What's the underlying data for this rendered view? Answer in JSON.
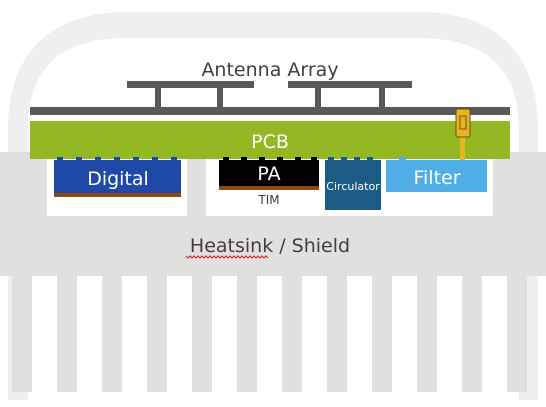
{
  "labels": {
    "antenna": "Antenna Array",
    "pcb": "PCB",
    "digital": "Digital",
    "pa": "PA",
    "tim": "TIM",
    "circulator": "Circulator",
    "filter": "Filter",
    "heatsink": "Heatsink / Shield"
  },
  "colors": {
    "enclosure": "#efefef",
    "heatsink": "#e2e0df",
    "pcb": "#94b823",
    "antenna": "#595959",
    "digital": "#1e49a8",
    "pa": "#000000",
    "tim": "#8b4a12",
    "circulator": "#1b5b84",
    "filter": "#4faee5",
    "connector": "#e8b422",
    "light_text": "#ffffff",
    "dark_text": "#3f3f3f"
  }
}
